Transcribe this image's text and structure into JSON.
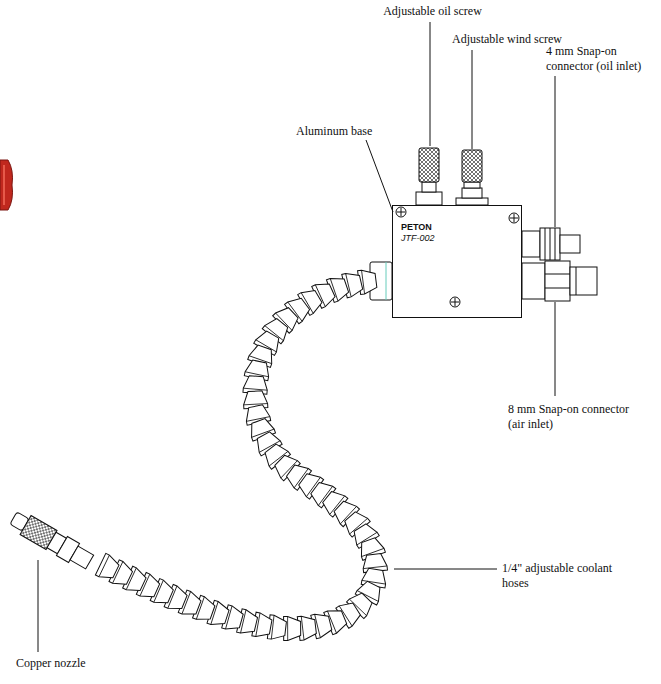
{
  "diagram": {
    "nodes": [
      {
        "text": [
          "PETON",
          "JTF-002"
        ]
      }
    ],
    "labels": [
      "Adjustable oil screw",
      "Adjustable wind screw",
      "Aluminum base",
      "4 mm Snap-on connector (oil inlet)",
      "8 mm Snap-on connector (air inlet)",
      "1/4\" adjustable coolant hoses",
      "Copper nozzle"
    ]
  }
}
